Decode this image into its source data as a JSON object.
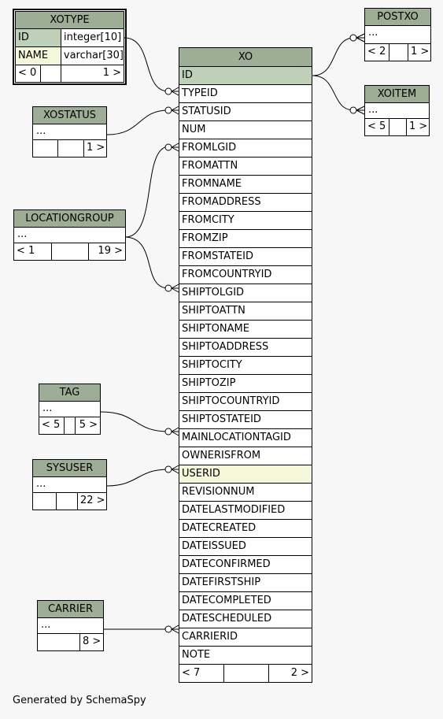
{
  "xo": {
    "name": "XO",
    "columns": [
      "ID",
      "TYPEID",
      "STATUSID",
      "NUM",
      "FROMLGID",
      "FROMATTN",
      "FROMNAME",
      "FROMADDRESS",
      "FROMCITY",
      "FROMZIP",
      "FROMSTATEID",
      "FROMCOUNTRYID",
      "SHIPTOLGID",
      "SHIPTOATTN",
      "SHIPTONAME",
      "SHIPTOADDRESS",
      "SHIPTOCITY",
      "SHIPTOZIP",
      "SHIPTOCOUNTRYID",
      "SHIPTOSTATEID",
      "MAINLOCATIONTAGID",
      "OWNERISFROM",
      "USERID",
      "REVISIONNUM",
      "DATELASTMODIFIED",
      "DATECREATED",
      "DATEISSUED",
      "DATECONFIRMED",
      "DATEFIRSTSHIP",
      "DATECOMPLETED",
      "DATESCHEDULED",
      "CARRIERID",
      "NOTE"
    ],
    "footer": [
      "< 7",
      "",
      "2 >"
    ]
  },
  "xotype": {
    "name": "XOTYPE",
    "rows": [
      {
        "col": "ID",
        "type": "integer[10]"
      },
      {
        "col": "NAME",
        "type": "varchar[30]"
      }
    ],
    "footer": [
      "< 0",
      "",
      "1 >"
    ]
  },
  "xostatus": {
    "name": "XOSTATUS",
    "body": "...",
    "footer": [
      "",
      "",
      "1 >"
    ]
  },
  "locationgroup": {
    "name": "LOCATIONGROUP",
    "body": "...",
    "footer": [
      "< 1",
      "",
      "19 >"
    ]
  },
  "tag": {
    "name": "TAG",
    "body": "...",
    "footer": [
      "< 5",
      "",
      "5 >"
    ]
  },
  "sysuser": {
    "name": "SYSUSER",
    "body": "...",
    "footer": [
      "",
      "",
      "22 >"
    ]
  },
  "carrier": {
    "name": "CARRIER",
    "body": "...",
    "footer": [
      "",
      "8 >"
    ]
  },
  "postxo": {
    "name": "POSTXO",
    "body": "...",
    "footer": [
      "< 2",
      "",
      "1 >"
    ]
  },
  "xoitem": {
    "name": "XOITEM",
    "body": "...",
    "footer": [
      "< 5",
      "",
      "1 >"
    ]
  },
  "caption": "Generated by SchemaSpy",
  "colors": {
    "header": "#9ead95",
    "primary_key": "#bed1b8",
    "foreign_key": "#f4f7da",
    "background": "#f7f7f7"
  }
}
